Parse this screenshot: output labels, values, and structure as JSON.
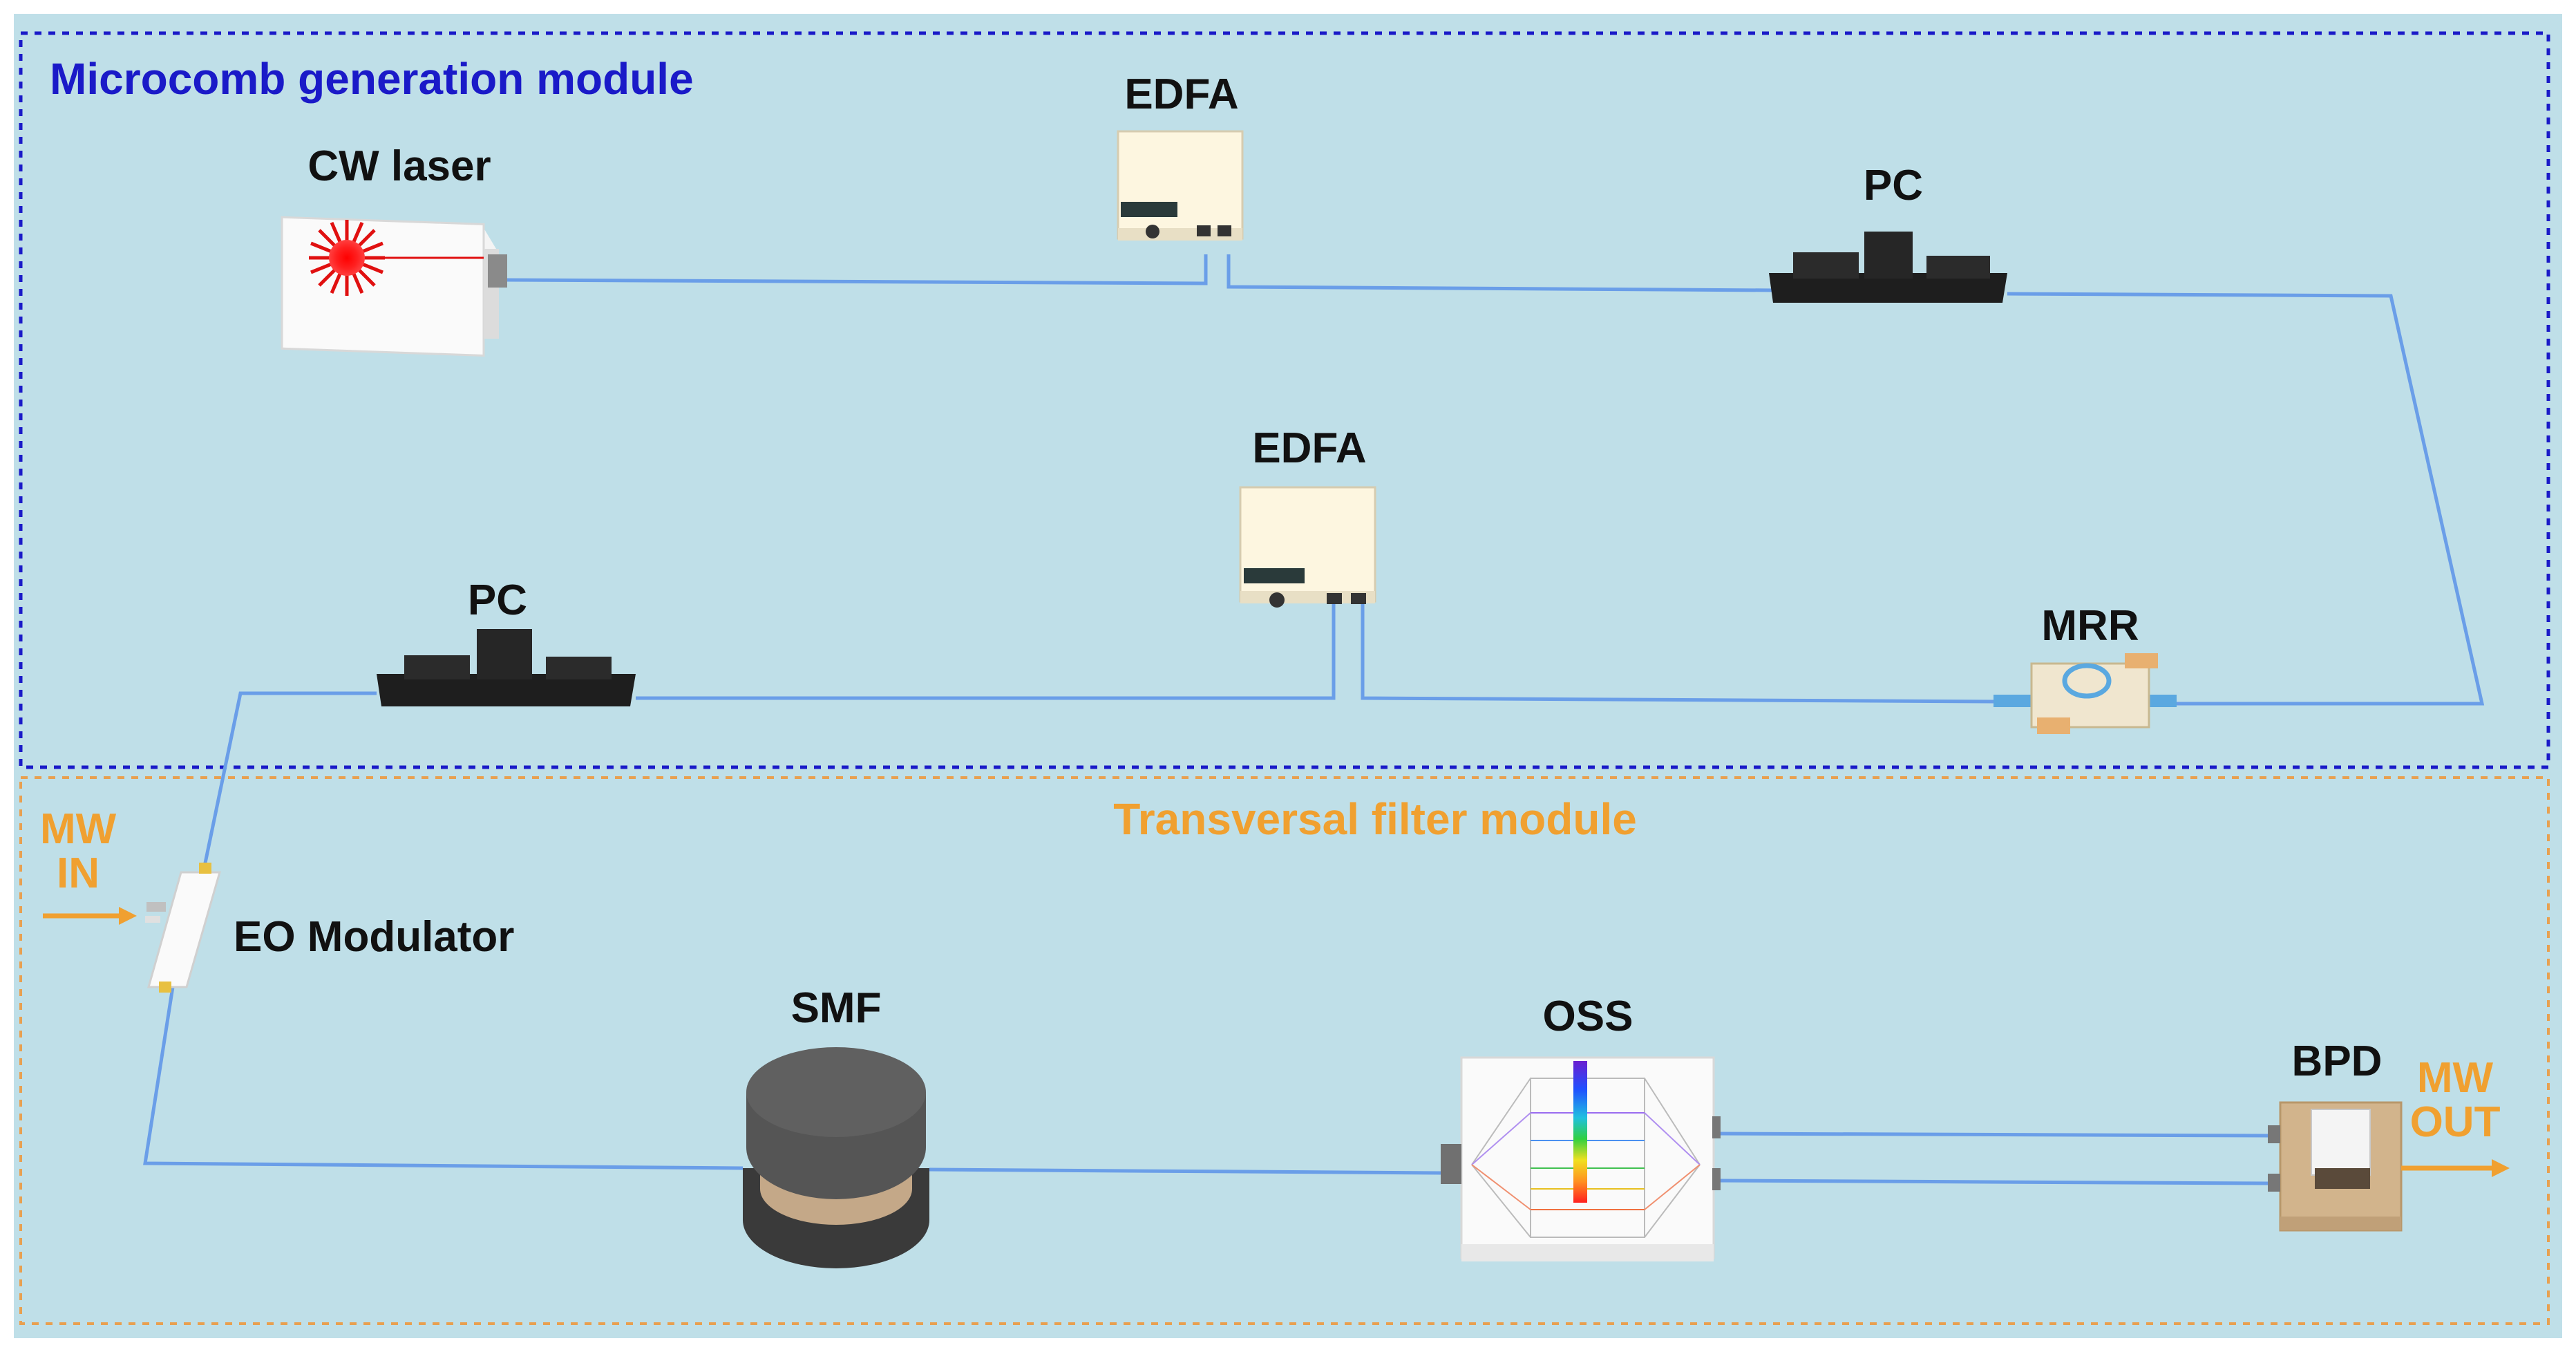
{
  "modules": {
    "top_title": "Microcomb generation module",
    "top_title_color": "#1A1AC8",
    "bottom_title": "Transversal filter module",
    "bottom_title_color": "#F0A030",
    "background_color": "#BFDFE8",
    "fiber_color": "#6A9EE8"
  },
  "components": {
    "cw_laser": "CW laser",
    "edfa_1": "EDFA",
    "pc_1": "PC",
    "edfa_2": "EDFA",
    "pc_2": "PC",
    "mrr": "MRR",
    "eo_modulator": "EO Modulator",
    "smf": "SMF",
    "oss": "OSS",
    "bpd": "BPD"
  },
  "io": {
    "mw_in_line1": "MW",
    "mw_in_line2": "IN",
    "mw_out_line1": "MW",
    "mw_out_line2": "OUT"
  },
  "icons": [
    "laser-starburst-icon",
    "edfa-unit-icon",
    "polarization-controller-icon",
    "microring-resonator-icon",
    "eo-modulator-icon",
    "fiber-spool-icon",
    "optical-spectral-shaper-icon",
    "balanced-photodetector-icon"
  ]
}
